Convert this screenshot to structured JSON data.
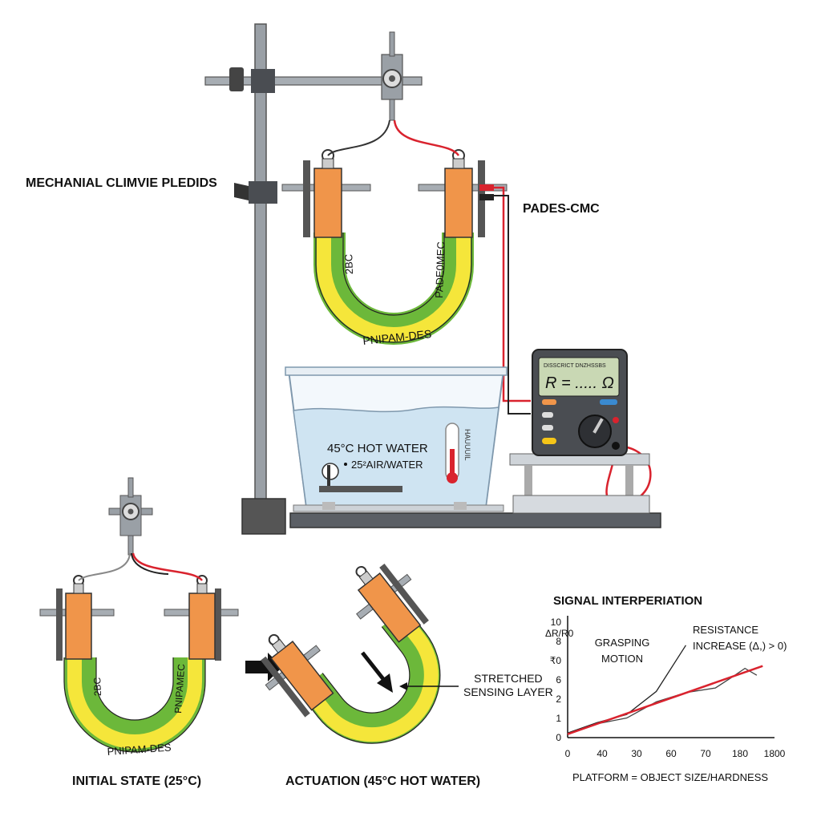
{
  "labels": {
    "mechanical": "MECHANIAL CLIMVIE PLEDIDS",
    "pades_cmc": "PADES-CMC",
    "initial_state": "INITIAL STATE (25°C)",
    "actuation": "ACTUATION (45°C HOT WATER)",
    "stretched": "STRETCHED\nSENSING LAYER",
    "signal_title": "SIGNAL INTERPERIATION"
  },
  "main_actuator": {
    "left_text": "2BC",
    "right_text": "PADE0MEC",
    "bottom_text": "PNIPAM-DES"
  },
  "small_actuator": {
    "left_text": "2BC",
    "right_text": "PNIPAMEC",
    "bottom_text": "PNIPAM-DES"
  },
  "bath": {
    "label1": "45°C HOT WATER",
    "label2": "25²AIR/WATER",
    "thermometer_text": "HAUUUIL"
  },
  "multimeter": {
    "display_top": "DISSCRICT DNZHSSBS",
    "reading": "R = ..... Ω",
    "colors": {
      "body": "#4a4d52",
      "screen": "#c9d8b4"
    }
  },
  "colors": {
    "orange": "#f0954a",
    "yellow": "#f5e63a",
    "green": "#6cb83a",
    "water": "#cfe4f2",
    "red_wire": "#d9232e"
  },
  "chart_data": {
    "type": "line",
    "title": "SIGNAL INTERPERIATION",
    "ylabel": "ΔR/R0",
    "xlabel": "PLATFORM = OBJECT SIZE/HARDNESS",
    "x_ticks": [
      "0",
      "40",
      "30",
      "60",
      "70",
      "180",
      "1800"
    ],
    "y_ticks": [
      "0",
      "1",
      "2",
      "6",
      "₹0",
      "8",
      "10"
    ],
    "annotations": [
      "GRASPING\nMOTION",
      "RESISTANCE\nINCREASE (Δ,) > 0)"
    ],
    "ylim": [
      0,
      10
    ],
    "xlim": [
      0,
      7
    ],
    "series": [
      {
        "color": "#222222",
        "x": [
          0,
          1,
          2,
          3,
          4
        ],
        "y": [
          0.4,
          1.3,
          2.0,
          4.0,
          8.0
        ]
      },
      {
        "color": "#444444",
        "x": [
          0,
          1,
          2,
          3,
          4,
          5,
          5.6,
          6,
          6.4
        ],
        "y": [
          0.3,
          1.2,
          1.7,
          3.1,
          3.9,
          4.3,
          5.3,
          6.0,
          5.4
        ]
      },
      {
        "color": "#d9232e",
        "x": [
          0,
          6.6
        ],
        "y": [
          0.3,
          6.2
        ]
      }
    ]
  }
}
